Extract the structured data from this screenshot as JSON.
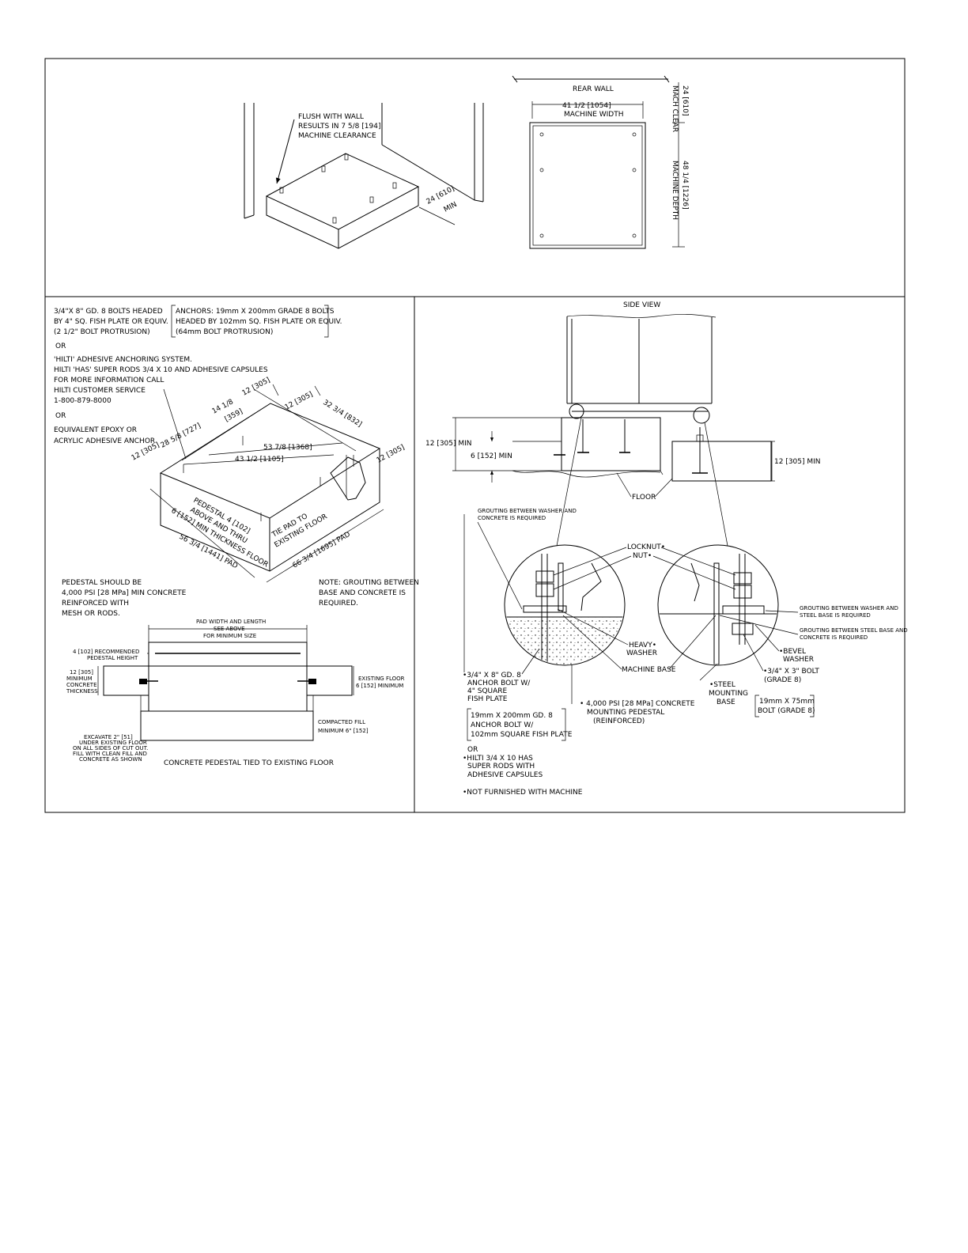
{
  "top_left": {
    "flush_note": [
      "FLUSH WITH WALL",
      "RESULTS IN 7 5/8 [194]",
      "MACHINE CLEARANCE"
    ],
    "min_clear": [
      "24 [610]",
      "MIN"
    ]
  },
  "top_right": {
    "rear_wall": "REAR WALL",
    "width_dim": [
      "41 1/2 [1054]",
      "MACHINE WIDTH"
    ],
    "mach_clear": [
      "24 [610]",
      "MACH CLEAR"
    ],
    "depth_dim": [
      "48 1/4 [1226]",
      "MACHINE DEPTH"
    ]
  },
  "bottom_left": {
    "bolt_note": [
      "3/4\"X 8\" GD. 8 BOLTS HEADED",
      "BY 4\" SQ. FISH PLATE OR EQUIV.",
      "(2 1/2\" BOLT PROTRUSION)"
    ],
    "anchor_box": [
      "ANCHORS: 19mm  X 200mm GRADE 8 BOLTS",
      "HEADED BY 102mm SQ. FISH PLATE OR EQUIV.",
      "(64mm BOLT PROTRUSION)"
    ],
    "or1": "OR",
    "hilti": [
      "'HILTI' ADHESIVE ANCHORING SYSTEM.",
      "HILTI 'HAS' SUPER RODS 3/4 X 10 AND ADHESIVE CAPSULES",
      "FOR MORE INFORMATION CALL",
      "HILTI CUSTOMER SERVICE",
      "1-800-879-8000"
    ],
    "or2": "OR",
    "epoxy": [
      "EQUIVALENT EPOXY OR",
      "ACRYLIC ADHESIVE ANCHOR"
    ],
    "dims": {
      "d12a": "12 [305]",
      "d12b": "12 [305]",
      "d12c": "12 [305]",
      "d12d": "12 [305]",
      "d14": [
        "14 1/8",
        "[359]"
      ],
      "d28": "28 5/8 [727]",
      "d32": "32 3/4 [832]",
      "d53": "53 7/8 [1368]",
      "d43": "43 1/2 [1105]",
      "d56": "56 3/4 [1441] PAD",
      "d66": "66 3/4 [1695] PAD"
    },
    "pedestal_label": [
      "PEDESTAL 4 [102]",
      "ABOVE AND THRU",
      "6 [152] MIN THICKNESS FLOOR"
    ],
    "tie_label": [
      "TIE PAD TO",
      "EXISTING FLOOR"
    ],
    "pedestal_note": [
      "PEDESTAL SHOULD BE",
      "4,000 PSI [28 MPa] MIN CONCRETE",
      "REINFORCED WITH",
      "MESH OR RODS."
    ],
    "grout_note": [
      "NOTE: GROUTING BETWEEN",
      "BASE AND CONCRETE IS",
      "REQUIRED."
    ],
    "section": {
      "pad_width": [
        "PAD WIDTH AND LENGTH",
        "SEE ABOVE",
        "FOR MINIMUM SIZE"
      ],
      "recommended": [
        "4 [102] RECOMMENDED",
        "PEDESTAL HEIGHT"
      ],
      "min_thick": [
        "12 [305]",
        "MINIMUM",
        "CONCRETE",
        "THICKNESS"
      ],
      "existing_floor": [
        "EXISTING FLOOR",
        "6 [152] MINIMUM"
      ],
      "compacted": [
        "COMPACTED FILL",
        "MINIMUM 6\" [152]"
      ],
      "excavate": [
        "EXCAVATE 2\" [51]",
        "UNDER EXISTING FLOOR",
        "ON ALL SIDES OF CUT OUT.",
        "FILL WITH CLEAN FILL AND",
        "CONCRETE AS SHOWN"
      ],
      "caption": "CONCRETE PEDESTAL TIED TO EXISTING FLOOR"
    }
  },
  "bottom_right": {
    "side_view": "SIDE VIEW",
    "d12min": "12 [305] MIN",
    "d6min": "6 [152] MIN",
    "d12min_r": "12 [305] MIN",
    "floor": "FLOOR",
    "grout_left": [
      "GROUTING BETWEEN WASHER AND",
      "CONCRETE IS REQUIRED"
    ],
    "locknut": "LOCKNUT•",
    "nut": "NUT•",
    "heavy_washer": [
      "HEAVY•",
      "WASHER"
    ],
    "machine_base": "MACHINE BASE",
    "grout_r1": [
      "GROUTING BETWEEN WASHER AND",
      "STEEL BASE IS REQUIRED"
    ],
    "grout_r2": [
      "GROUTING BETWEEN STEEL BASE AND",
      "CONCRETE IS REQUIRED"
    ],
    "bevel": [
      "•BEVEL",
      "WASHER"
    ],
    "bolt34": [
      "•3/4\" X 3\" BOLT",
      "(GRADE 8)"
    ],
    "steel_base": [
      "•STEEL",
      "MOUNTING",
      "BASE"
    ],
    "bolt19": [
      "19mm X 75mm",
      "BOLT (GRADE 8)"
    ],
    "anchor34": [
      "•3/4\" X 8\" GD. 8",
      "ANCHOR BOLT W/",
      "4\" SQUARE",
      "FISH PLATE"
    ],
    "psi_note": [
      "• 4,000 PSI [28 MPa] CONCRETE",
      "MOUNTING PEDESTAL",
      "(REINFORCED)"
    ],
    "anchor19": [
      "19mm X 200mm GD. 8",
      "ANCHOR BOLT W/",
      "102mm SQUARE FISH PLATE"
    ],
    "or3": "OR",
    "hilti2": [
      "•HILTI 3/4 X 10 HAS",
      "SUPER RODS WITH",
      "ADHESIVE CAPSULES"
    ],
    "not_furnished": "•NOT FURNISHED WITH MACHINE"
  }
}
